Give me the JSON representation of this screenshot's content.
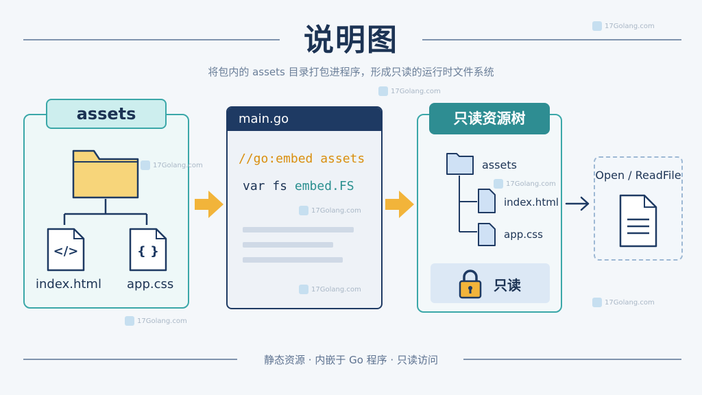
{
  "title": "说明图",
  "subtitle": "将包内的 assets 目录打包进程序，形成只读的运行时文件系统",
  "assets_panel": {
    "tab_label": "assets",
    "file_left": "index.html",
    "file_right": "app.css",
    "file_left_glyph": "</>",
    "file_right_glyph": "{ }"
  },
  "main_panel": {
    "header": "main.go",
    "directive": "//go:embed assets",
    "var_keyword": "var fs ",
    "var_type": "embed.FS"
  },
  "tree_panel": {
    "tab_label": "只读资源树",
    "root": "assets",
    "child_1": "index.html",
    "child_2": "app.css",
    "lock_label": "只读"
  },
  "open_panel": {
    "label": "Open / ReadFile"
  },
  "footer": "静态资源 · 内嵌于 Go 程序 · 只读访问",
  "watermark": "17Golang.com",
  "colors": {
    "navy": "#1e3a63",
    "teal": "#3aa7a8",
    "arrow": "#f2b43a",
    "folder": "#f7d57a",
    "file": "#cfe1f5"
  }
}
